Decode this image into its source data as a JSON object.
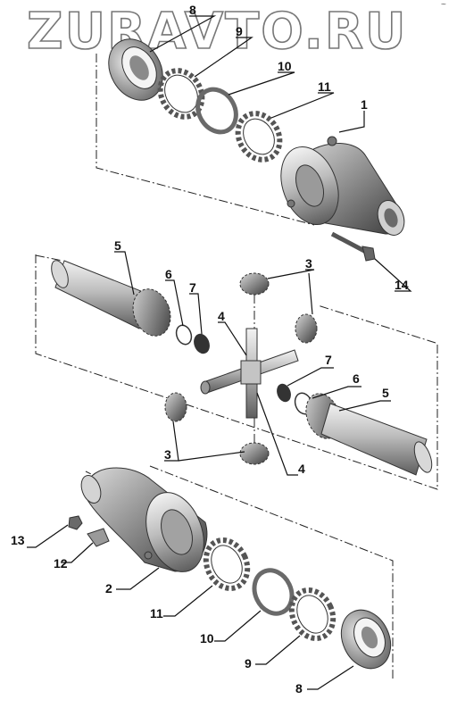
{
  "watermark": "ZURAVTO.RU",
  "corner_mark": "~",
  "callouts": [
    {
      "id": "c8a",
      "text": "8"
    },
    {
      "id": "c9a",
      "text": "9"
    },
    {
      "id": "c10a",
      "text": "10"
    },
    {
      "id": "c11a",
      "text": "11"
    },
    {
      "id": "c1",
      "text": "1"
    },
    {
      "id": "c14",
      "text": "14"
    },
    {
      "id": "c5a",
      "text": "5"
    },
    {
      "id": "c6a",
      "text": "6"
    },
    {
      "id": "c7a",
      "text": "7"
    },
    {
      "id": "c4a",
      "text": "4"
    },
    {
      "id": "c3a",
      "text": "3"
    },
    {
      "id": "c7b",
      "text": "7"
    },
    {
      "id": "c6b",
      "text": "6"
    },
    {
      "id": "c5b",
      "text": "5"
    },
    {
      "id": "c3b",
      "text": "3"
    },
    {
      "id": "c4b",
      "text": "4"
    },
    {
      "id": "c13",
      "text": "13"
    },
    {
      "id": "c12",
      "text": "12"
    },
    {
      "id": "c2",
      "text": "2"
    },
    {
      "id": "c11b",
      "text": "11"
    },
    {
      "id": "c10b",
      "text": "10"
    },
    {
      "id": "c9b",
      "text": "9"
    },
    {
      "id": "c8b",
      "text": "8"
    }
  ]
}
